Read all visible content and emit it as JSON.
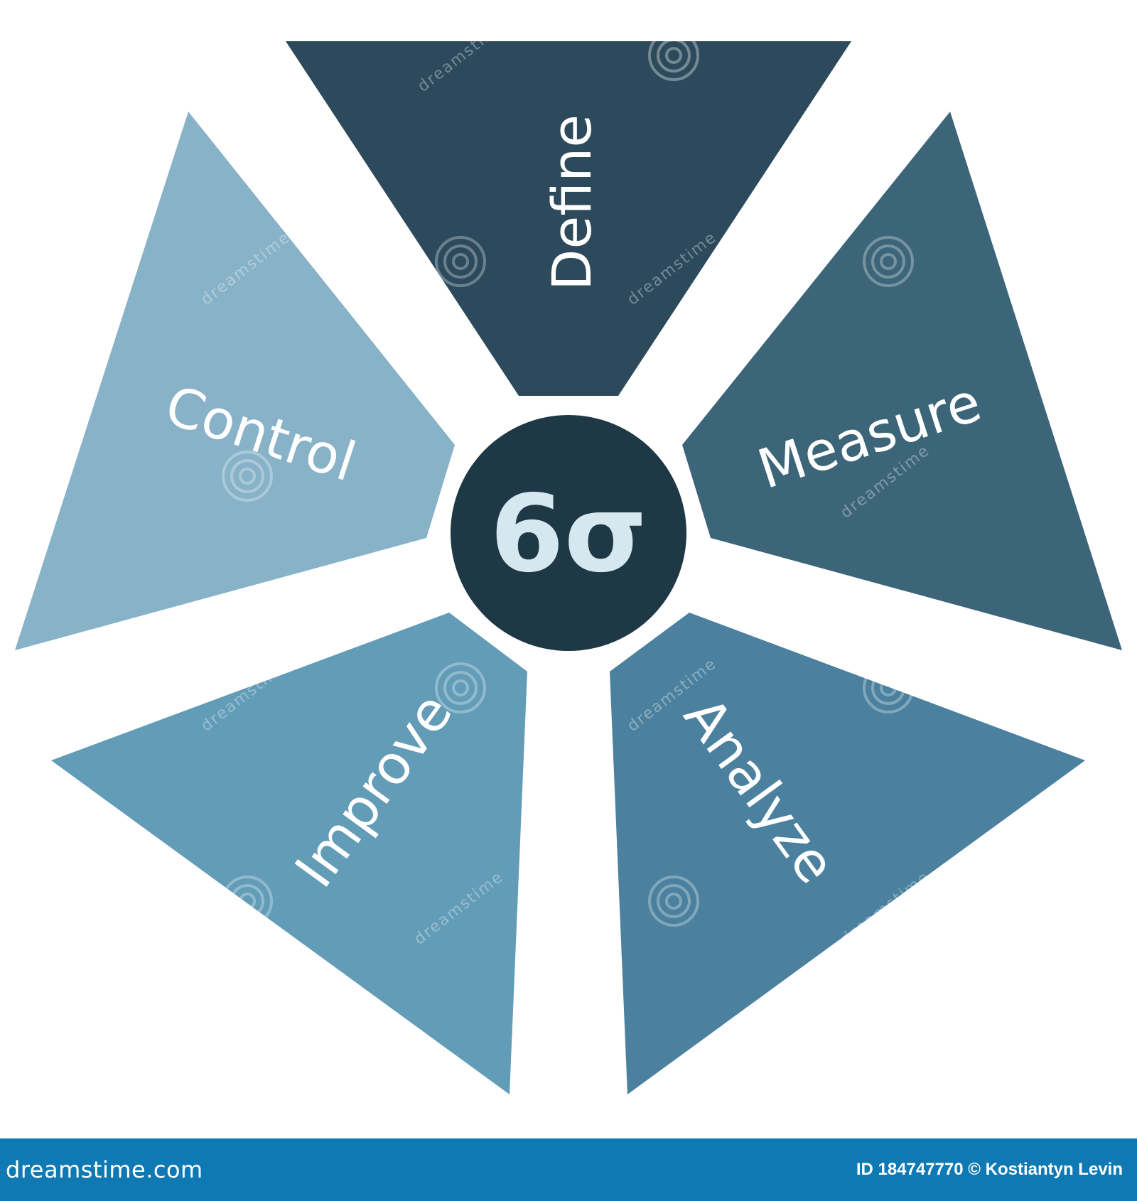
{
  "diagram": {
    "center_label": "6σ",
    "segments": [
      {
        "label": "Define",
        "color": "#2c4a5b"
      },
      {
        "label": "Measure",
        "color": "#3c6579"
      },
      {
        "label": "Analyze",
        "color": "#4b819e"
      },
      {
        "label": "Improve",
        "color": "#629cb7"
      },
      {
        "label": "Control",
        "color": "#87b2c7"
      }
    ],
    "center_color": "#1f3846",
    "center_text_color": "#d6e8ef"
  },
  "watermark": {
    "text": "dreamstime",
    "icon": "spiral-watermark-icon"
  },
  "footer": {
    "brand": "dreamstime.com",
    "credit": "ID 184747770 © Kostiantyn Levin",
    "background": "#0f79b4"
  }
}
